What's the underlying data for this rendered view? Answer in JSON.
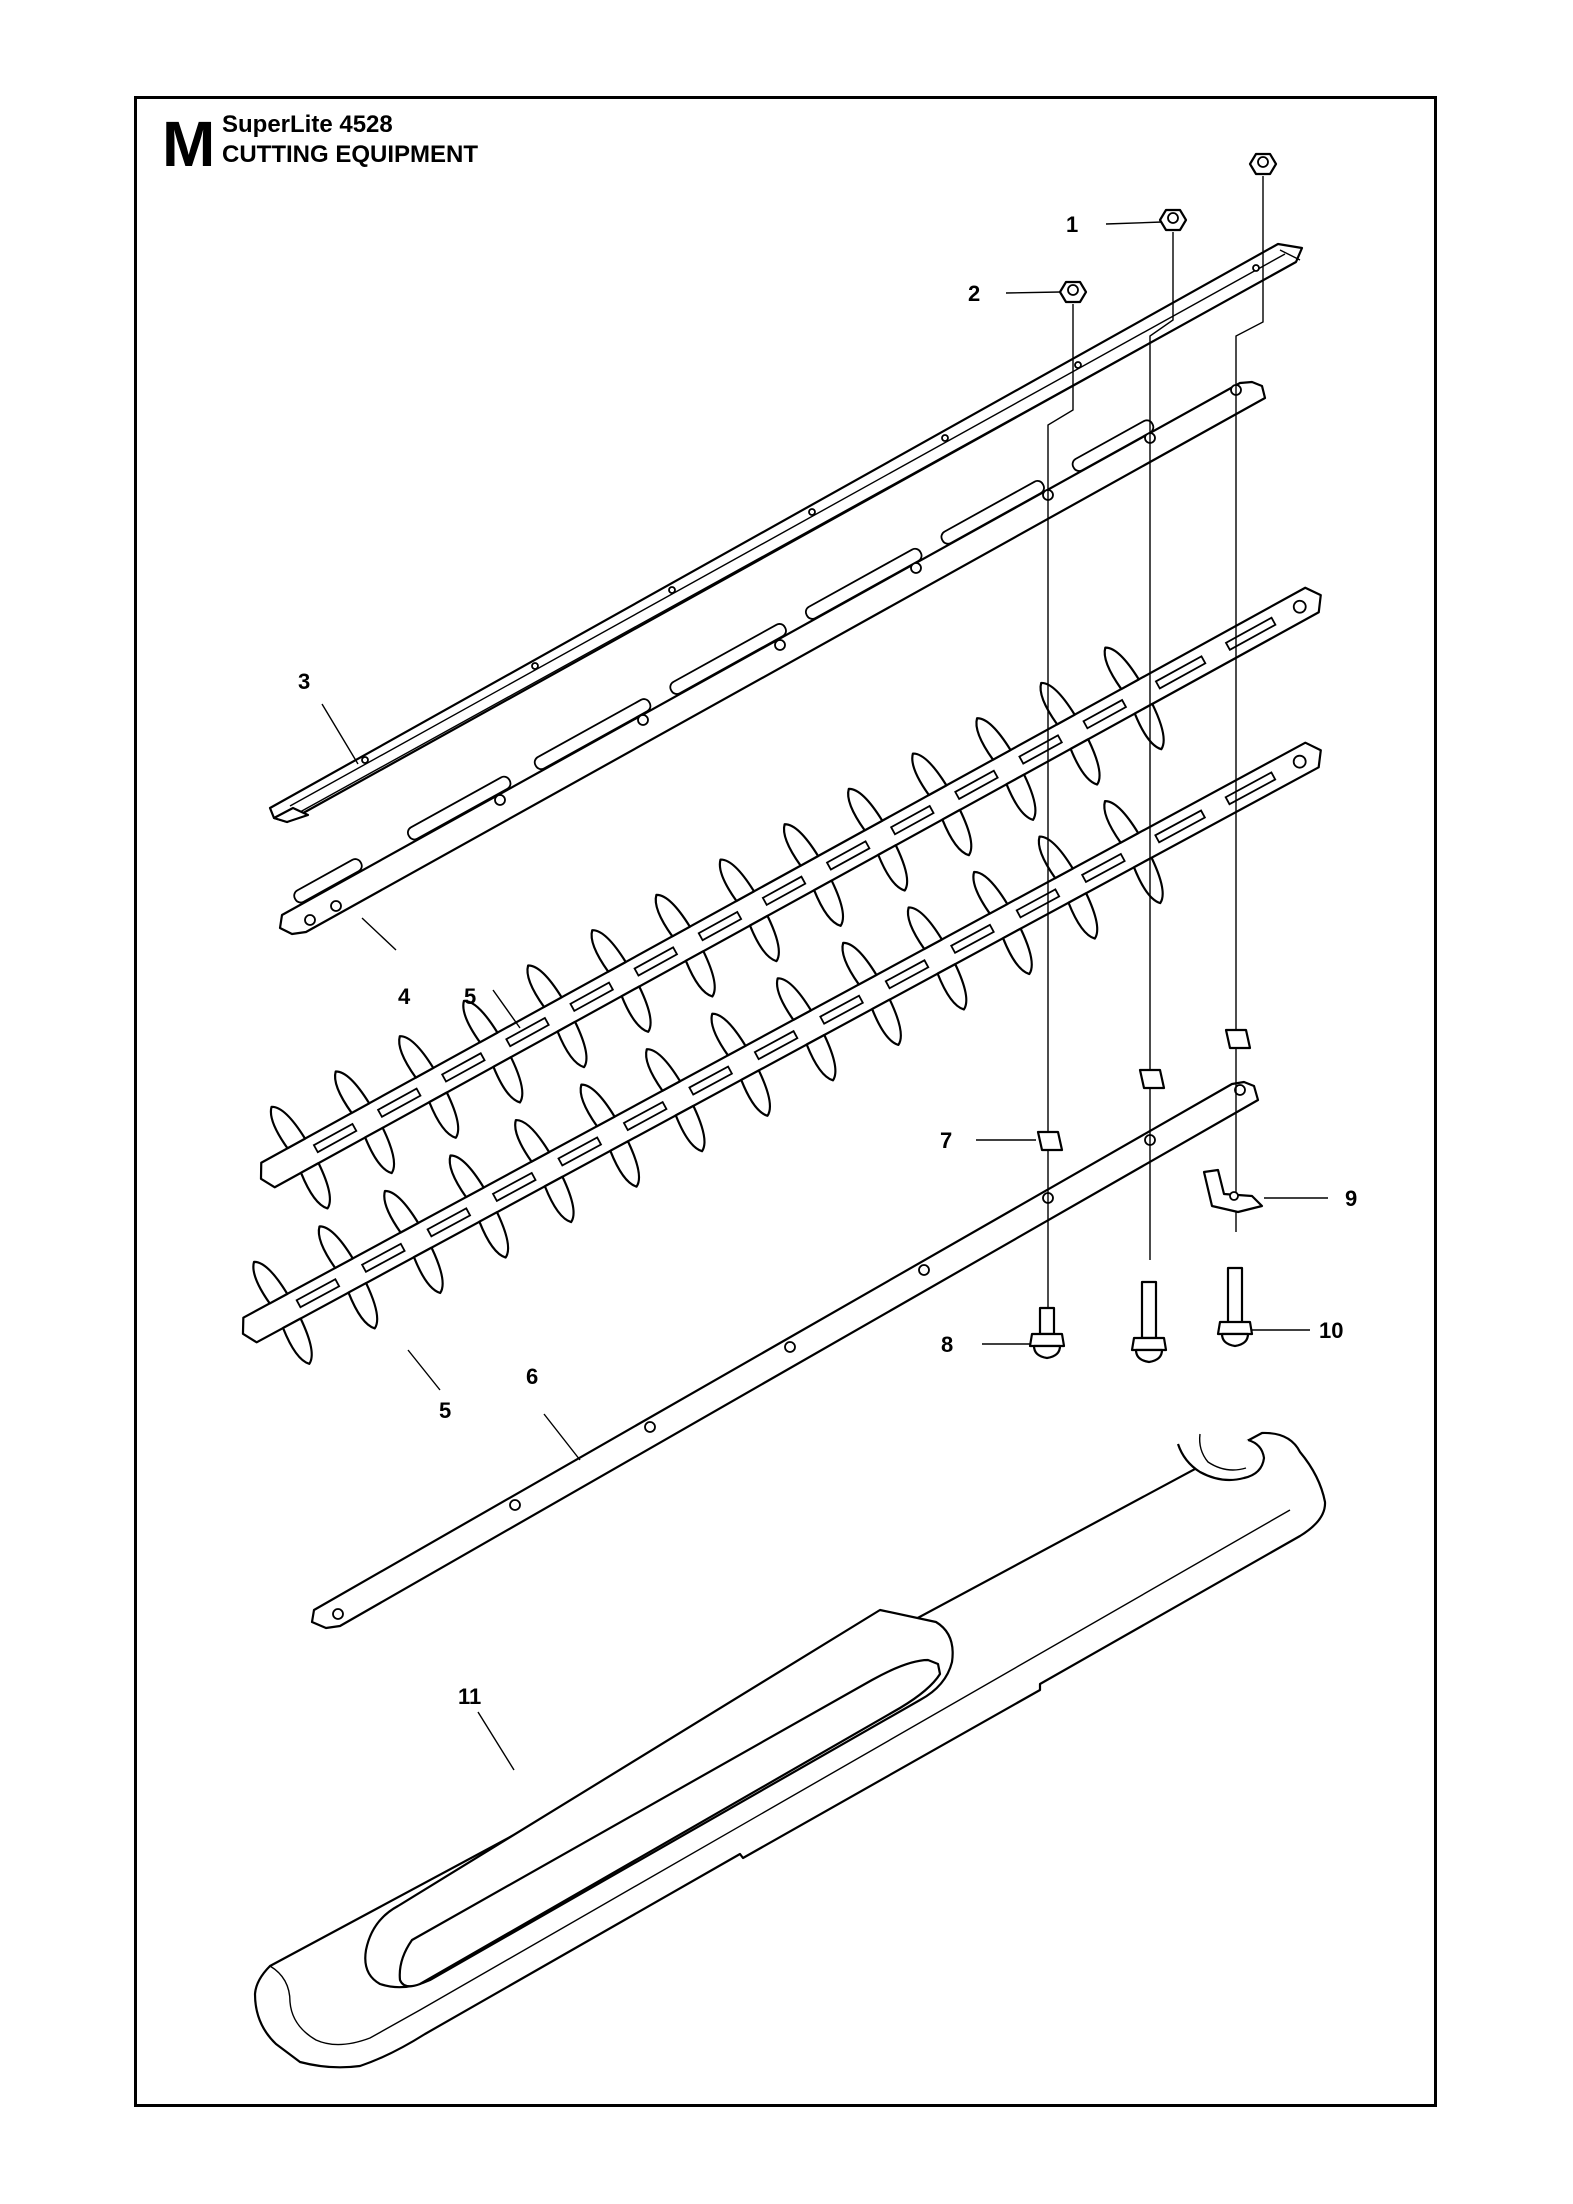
{
  "header": {
    "section_letter": "M",
    "model": "SuperLite 4528",
    "section_title": "CUTTING EQUIPMENT"
  },
  "callouts": [
    {
      "id": "c1",
      "text": "1"
    },
    {
      "id": "c2",
      "text": "2"
    },
    {
      "id": "c3",
      "text": "3"
    },
    {
      "id": "c4",
      "text": "4"
    },
    {
      "id": "c5a",
      "text": "5"
    },
    {
      "id": "c5b",
      "text": "5"
    },
    {
      "id": "c6",
      "text": "6"
    },
    {
      "id": "c7",
      "text": "7"
    },
    {
      "id": "c8",
      "text": "8"
    },
    {
      "id": "c9",
      "text": "9"
    },
    {
      "id": "c10",
      "text": "10"
    },
    {
      "id": "c11",
      "text": "11"
    }
  ]
}
